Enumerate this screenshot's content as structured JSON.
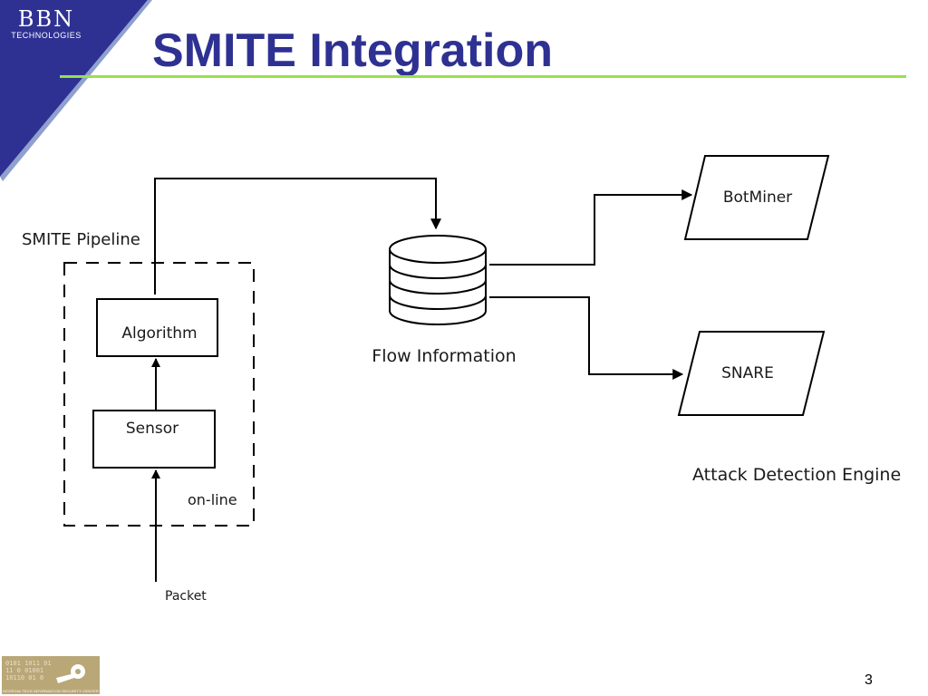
{
  "header": {
    "logo_main": "BBN",
    "logo_sub": "TECHNOLOGIES",
    "title": "SMITE Integration"
  },
  "diagram": {
    "pipeline_label": "SMITE Pipeline",
    "algorithm": "Algorithm",
    "sensor": "Sensor",
    "online": "on-line",
    "packet": "Packet",
    "flow_information": "Flow Information",
    "botminer": "BotMiner",
    "snare": "SNARE",
    "attack_detection_engine": "Attack Detection Engine"
  },
  "footer": {
    "logo_digits": "0101 1011 01\n11 0 01001\n10110 01 0",
    "logo_caption": "GEORGIA TECH INFORMATION SECURITY CENTER",
    "page_number": "3"
  },
  "colors": {
    "title": "#2e3192",
    "corner": "#2e3192",
    "rule": "#99e04a",
    "footer_logo": "#b9a777"
  }
}
